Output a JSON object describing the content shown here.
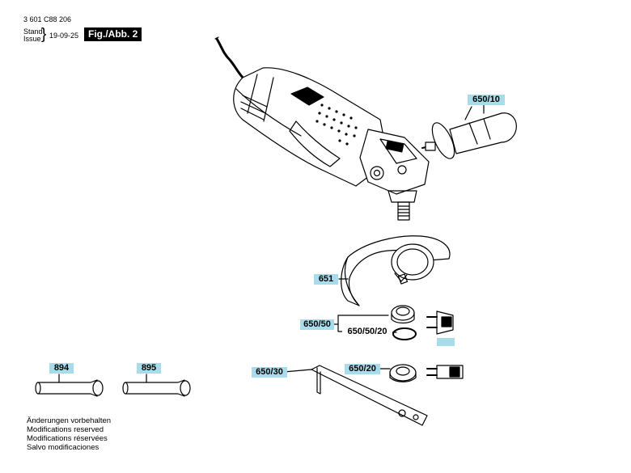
{
  "header": {
    "doc_number": "3 601 C88 206",
    "stand_label": "Stand",
    "issue_label": "Issue",
    "date": "19-09-25",
    "figure_label": "Fig./Abb. 2"
  },
  "callouts": {
    "c650_10": "650/10",
    "c651": "651",
    "c650_50": "650/50",
    "c650_50_20": "650/50/20",
    "c650_30": "650/30",
    "c650_20": "650/20",
    "c894": "894",
    "c895": "895"
  },
  "legal": {
    "line_de": "Änderungen vorbehalten",
    "line_en": "Modifications reserved",
    "line_fr": "Modifications réservées",
    "line_es": "Salvo modificaciones"
  },
  "colors": {
    "callout_bg": "#a9dcea",
    "ink": "#000000",
    "paper": "#ffffff"
  }
}
